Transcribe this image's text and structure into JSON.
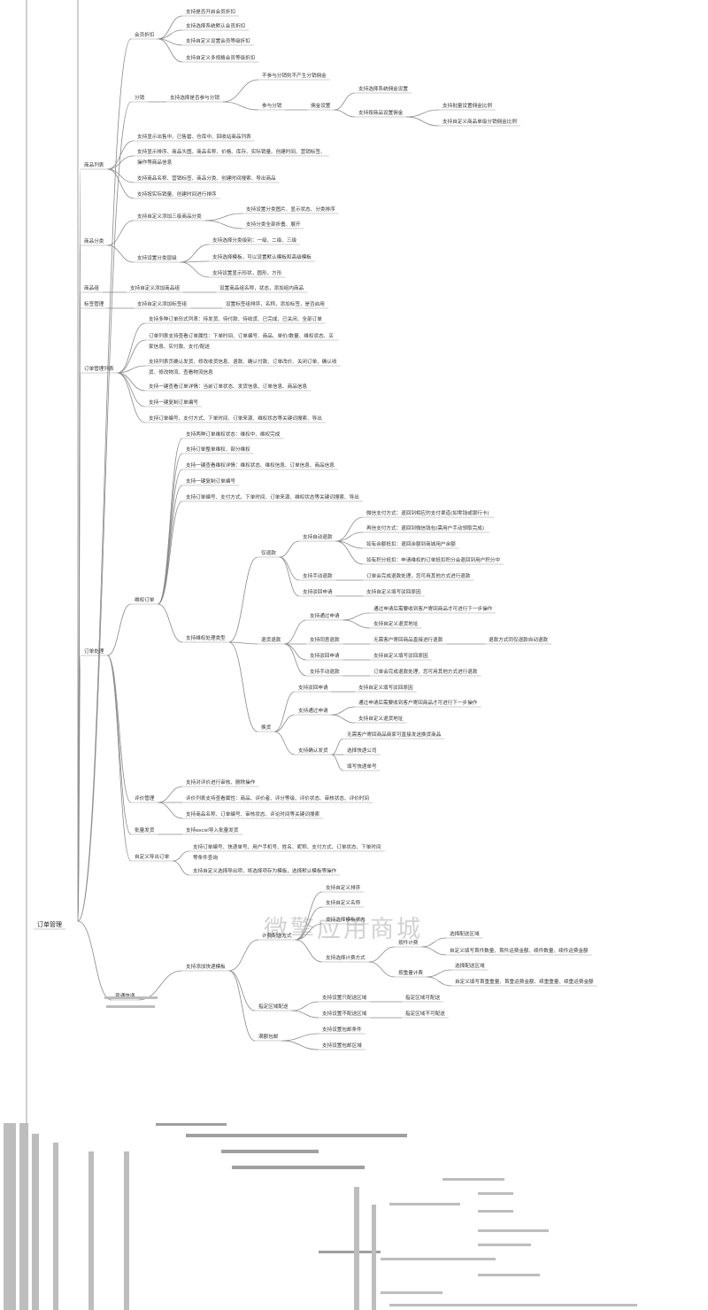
{
  "watermark": "微擎应用商城",
  "root": "订单管理",
  "nodes": [
    {
      "id": "n_vipdiscount",
      "t": "会员折扣"
    },
    {
      "id": "n_v1",
      "t": "支持是否开启会员折扣"
    },
    {
      "id": "n_v2",
      "t": "支持选择系统默认会员折扣"
    },
    {
      "id": "n_v3",
      "t": "支持自定义设置会员等级折扣"
    },
    {
      "id": "n_v4",
      "t": "支持自定义多规格会员等级折扣"
    },
    {
      "id": "n_fx",
      "t": "分销"
    },
    {
      "id": "n_fx1",
      "t": "支持选择是否参与分销"
    },
    {
      "id": "n_fx2",
      "t": "不参与分销则不产生分销佣金"
    },
    {
      "id": "n_fx3",
      "t": "参与分销"
    },
    {
      "id": "n_fx4",
      "t": "佣金设置"
    },
    {
      "id": "n_fx5",
      "t": "支持选择系统佣金设置"
    },
    {
      "id": "n_fx6",
      "t": "支持按商品设置佣金"
    },
    {
      "id": "n_fx7",
      "t": "支持批量设置佣金比例"
    },
    {
      "id": "n_fx8",
      "t": "支持自定义商品单级分销佣金比例"
    },
    {
      "id": "n_plist",
      "t": "商品列表"
    },
    {
      "id": "n_p1",
      "t": "支持显示出售中、已售罄、仓库中、回收站商品列表"
    },
    {
      "id": "n_p2",
      "t": "支持显示排序、商品头图、商品名称、价格、库存、实际销量、创建时间、营销标签、"
    },
    {
      "id": "n_p2b",
      "t": "操作等商品信息"
    },
    {
      "id": "n_p3",
      "t": "支持商品名称、营销标签、商品分类、创建时间搜索、导出商品"
    },
    {
      "id": "n_p4",
      "t": "支持按实际销量、创建时间进行排序"
    },
    {
      "id": "n_pcat",
      "t": "商品分类"
    },
    {
      "id": "n_c1",
      "t": "支持自定义添加三级商品分类"
    },
    {
      "id": "n_c1a",
      "t": "支持设置分类图片、显示状态、分类排序"
    },
    {
      "id": "n_c1b",
      "t": "支持分类全部折叠、展开"
    },
    {
      "id": "n_c2",
      "t": "支持设置分类层级"
    },
    {
      "id": "n_c2a",
      "t": "支持选择分类级别：一级、二级、三级"
    },
    {
      "id": "n_c2b",
      "t": "支持选择模板，可以设置默认模板和高级模板"
    },
    {
      "id": "n_c2c",
      "t": "支持设置显示形状，圆形，方形"
    },
    {
      "id": "n_pgroup",
      "t": "商品组"
    },
    {
      "id": "n_g1",
      "t": "支持自定义添加商品组"
    },
    {
      "id": "n_g2",
      "t": "设置商品组名称，状态，添加组内商品"
    },
    {
      "id": "n_tag",
      "t": "标签管理"
    },
    {
      "id": "n_t1",
      "t": "支持自定义添加标签组"
    },
    {
      "id": "n_t2",
      "t": "设置标签组排序，名称，添加标签，是否启用"
    },
    {
      "id": "n_olist",
      "t": "订单管理列表"
    },
    {
      "id": "n_o1",
      "t": "支持多种订单形式列表：待发货、待付款、待收货、已完成、已关闭、全部订单"
    },
    {
      "id": "n_o2",
      "t": "订单列表支持查看订单属性：下单时间、订单编号、商品、单价/数量、维权状态、买"
    },
    {
      "id": "n_o2b",
      "t": "家信息、实付款、支付/配送"
    },
    {
      "id": "n_o3",
      "t": "支持列表页确认发货、修改收货信息、退款、确认付款、订单改价、关闭订单、确认收"
    },
    {
      "id": "n_o3b",
      "t": "货、修改物流、查看物流信息"
    },
    {
      "id": "n_o4",
      "t": "支持一键查看订单详情：当前订单状态、发货信息、订单信息、商品信息"
    },
    {
      "id": "n_o5",
      "t": "支持一键复制订单编号"
    },
    {
      "id": "n_o6",
      "t": "支持订单编号、支付方式、下单时间、订单来源、维权状态等关键词搜索、导出"
    },
    {
      "id": "n_ohandle",
      "t": "订单处理"
    },
    {
      "id": "n_wq",
      "t": "维权订单"
    },
    {
      "id": "n_w1",
      "t": "支持两种订单维权状态：维权中、维权完成"
    },
    {
      "id": "n_w2",
      "t": "支持订单整单维权、部分维权"
    },
    {
      "id": "n_w3",
      "t": "支持一键查看维权详情：维权状态、维权信息、订单信息、商品信息"
    },
    {
      "id": "n_w4",
      "t": "支持一键复制订单编号"
    },
    {
      "id": "n_w5",
      "t": "支持订单编号、支付方式、下单时间、订单来源、维权状态等关键词搜索、导出"
    },
    {
      "id": "n_w6",
      "t": "支持维权处理类型"
    },
    {
      "id": "n_rf",
      "t": "仅退款"
    },
    {
      "id": "n_rf1",
      "t": "支持自动退款"
    },
    {
      "id": "n_rf1a",
      "t": "微信支付方式：退回到相应的支付渠道(如零钱或银行卡)"
    },
    {
      "id": "n_rf1b",
      "t": "再信支付方式：退回到微信钱包(需用户手动领取完成)"
    },
    {
      "id": "n_rf1c",
      "t": "如有余额抵扣：退回余额到商城用户余额"
    },
    {
      "id": "n_rf1d",
      "t": "如有积分抵扣：申请维权的订单抵扣积分会退回到用户积分中"
    },
    {
      "id": "n_rf2",
      "t": "支持手动退款"
    },
    {
      "id": "n_rf2a",
      "t": "订单会完成退款处理，您可用其他方式进行退款"
    },
    {
      "id": "n_rf3",
      "t": "支持驳回申请"
    },
    {
      "id": "n_rf3a",
      "t": "支持自定义填写驳回原因"
    },
    {
      "id": "n_rr",
      "t": "退货退款"
    },
    {
      "id": "n_rr1",
      "t": "支持通过申请"
    },
    {
      "id": "n_rr1a",
      "t": "通过申请后需要收到客户寄回商品才可进行下一步操作"
    },
    {
      "id": "n_rr1b",
      "t": "支持自定义退货地址"
    },
    {
      "id": "n_rr2",
      "t": "支持同意退款"
    },
    {
      "id": "n_rr2a",
      "t": "无需客户寄回商品直接进行退款"
    },
    {
      "id": "n_rr2b",
      "t": "退款方式同仅退款自动退款"
    },
    {
      "id": "n_rr3",
      "t": "支持驳回申请"
    },
    {
      "id": "n_rr3a",
      "t": "支持自定义填写驳回原因"
    },
    {
      "id": "n_rr4",
      "t": "支持手动退款"
    },
    {
      "id": "n_rr4a",
      "t": "订单会完成退款处理，您可用其他方式进行退款"
    },
    {
      "id": "n_hh",
      "t": "换货"
    },
    {
      "id": "n_hh1",
      "t": "支持驳回申请"
    },
    {
      "id": "n_hh1a",
      "t": "支持自定义填写驳回原因"
    },
    {
      "id": "n_hh2",
      "t": "支持通过申请"
    },
    {
      "id": "n_hh2a",
      "t": "通过申请后需要收到客户寄回商品才可进行下一步操作"
    },
    {
      "id": "n_hh2b",
      "t": "支持自定义退货地址"
    },
    {
      "id": "n_hh3",
      "t": "支持确认发货"
    },
    {
      "id": "n_hh3a",
      "t": "无需客户寄回商品商家可直接发送换货商品"
    },
    {
      "id": "n_hh3b",
      "t": "选择快递公司"
    },
    {
      "id": "n_hh3c",
      "t": "填写快递单号"
    },
    {
      "id": "n_pj",
      "t": "评价管理"
    },
    {
      "id": "n_pj1",
      "t": "支持对评价进行审核、删除操作"
    },
    {
      "id": "n_pj2",
      "t": "评价列表支持查看属性：商品、评价者、评分等级、评价状态、审核状态、评价时间"
    },
    {
      "id": "n_pj3",
      "t": "支持商品名称、订单编号、审核状态、评论时间等关键词搜索"
    },
    {
      "id": "n_pl",
      "t": "批量发货"
    },
    {
      "id": "n_pl1",
      "t": "支持excel导入批量发货"
    },
    {
      "id": "n_ex",
      "t": "自定义导出订单"
    },
    {
      "id": "n_ex1",
      "t": "支持订单编号、快递单号、用户手机号、姓名、昵称、支付方式、订单状态、下单时间"
    },
    {
      "id": "n_ex1b",
      "t": "等条件查询"
    },
    {
      "id": "n_ex2",
      "t": "支持自定义选择导出项，将选择项存为模板，选择默认模板等操作"
    },
    {
      "id": "n_kd",
      "t": "普通快递"
    },
    {
      "id": "n_kd1",
      "t": "支持添加快递模板"
    },
    {
      "id": "n_kd1a",
      "t": "计费配送方式"
    },
    {
      "id": "n_kd1a1",
      "t": "支持自定义排序"
    },
    {
      "id": "n_kd1a2",
      "t": "支持自定义名称"
    },
    {
      "id": "n_kd1a3",
      "t": "支持选择模板状态"
    },
    {
      "id": "n_kd1a4",
      "t": "支持选择计费方式"
    },
    {
      "id": "n_kd1a4a",
      "t": "按件计费"
    },
    {
      "id": "n_kd1a4a1",
      "t": "选择配送区域"
    },
    {
      "id": "n_kd1a4a2",
      "t": "自定义填写首件数量、首件运费金额、续件数量、续件运费金额"
    },
    {
      "id": "n_kd1a4b",
      "t": "按重量计费"
    },
    {
      "id": "n_kd1a4b1",
      "t": "选择配送区域"
    },
    {
      "id": "n_kd1a4b2",
      "t": "自定义填写首重重量、首重运费金额、续重重量、续重运费金额"
    },
    {
      "id": "n_kd1b",
      "t": "指定区域配送"
    },
    {
      "id": "n_kd1b1",
      "t": "支持设置只配送区域"
    },
    {
      "id": "n_kd1b1a",
      "t": "指定区域可配送"
    },
    {
      "id": "n_kd1b2",
      "t": "支持设置不配送区域"
    },
    {
      "id": "n_kd1b2a",
      "t": "指定区域不可配送"
    },
    {
      "id": "n_kd1c",
      "t": "满额包邮"
    },
    {
      "id": "n_kd1c1",
      "t": "支持设置包邮条件"
    },
    {
      "id": "n_kd1c2",
      "t": "支持设置包邮区域"
    }
  ]
}
